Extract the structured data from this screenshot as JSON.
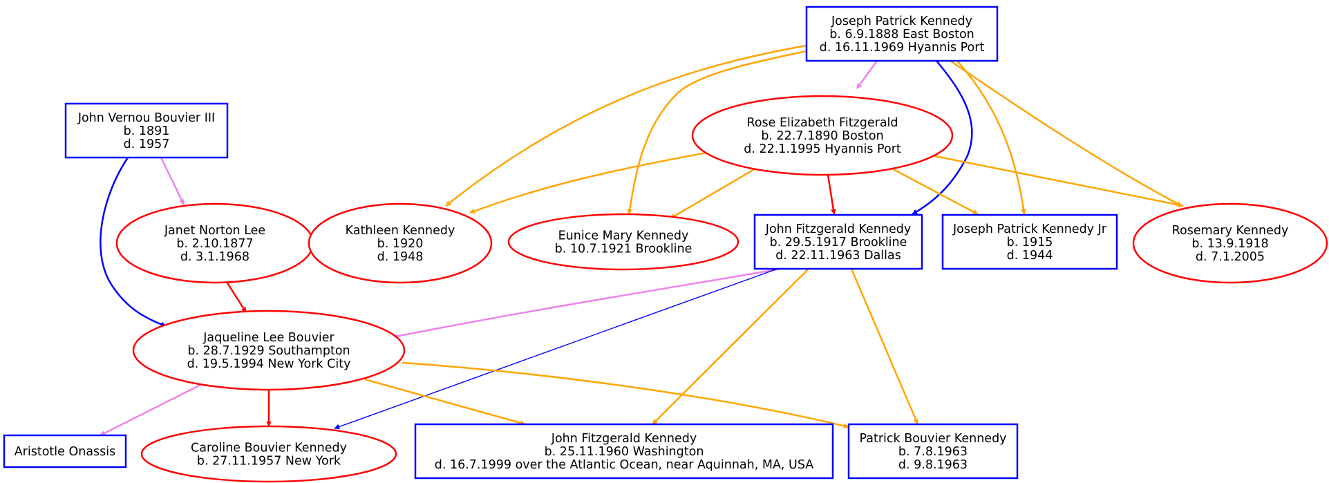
{
  "colors": {
    "male_border": "#0000ff",
    "female_border": "#ff0000",
    "edge_spouse": "#ee82ee",
    "edge_father": "#0000ff",
    "edge_mother": "#ff0000",
    "edge_other": "#ffa500"
  },
  "nodes": {
    "joseph_patrick_kennedy": {
      "shape": "box",
      "lines": [
        "Joseph Patrick Kennedy",
        "b. 6.9.1888 East Boston",
        "d. 16.11.1969 Hyannis Port"
      ]
    },
    "john_vernou_bouvier_iii": {
      "shape": "box",
      "lines": [
        "John Vernou Bouvier III",
        "b. 1891",
        "d. 1957"
      ]
    },
    "rose_elizabeth_fitzgerald": {
      "shape": "ellipse",
      "lines": [
        "Rose Elizabeth Fitzgerald",
        "b. 22.7.1890 Boston",
        "d. 22.1.1995 Hyannis Port"
      ]
    },
    "janet_norton_lee": {
      "shape": "ellipse",
      "lines": [
        "Janet Norton Lee",
        "b. 2.10.1877",
        "d. 3.1.1968"
      ]
    },
    "kathleen_kennedy": {
      "shape": "ellipse",
      "lines": [
        "Kathleen Kennedy",
        "b. 1920",
        "d. 1948"
      ]
    },
    "eunice_mary_kennedy": {
      "shape": "ellipse",
      "lines": [
        "Eunice Mary Kennedy",
        "b. 10.7.1921 Brookline"
      ]
    },
    "john_fitzgerald_kennedy": {
      "shape": "box",
      "lines": [
        "John Fitzgerald Kennedy",
        "b. 29.5.1917 Brookline",
        "d. 22.11.1963 Dallas"
      ]
    },
    "joseph_patrick_kennedy_jr": {
      "shape": "box",
      "lines": [
        "Joseph Patrick Kennedy Jr",
        "b. 1915",
        "d. 1944"
      ]
    },
    "rosemary_kennedy": {
      "shape": "ellipse",
      "lines": [
        "Rosemary Kennedy",
        "b. 13.9.1918",
        "d. 7.1.2005"
      ]
    },
    "jaqueline_lee_bouvier": {
      "shape": "ellipse",
      "lines": [
        "Jaqueline Lee Bouvier",
        "b. 28.7.1929 Southampton",
        "d. 19.5.1994 New York City"
      ]
    },
    "aristotle_onassis": {
      "shape": "box",
      "lines": [
        "Aristotle Onassis"
      ]
    },
    "caroline_bouvier_kennedy": {
      "shape": "ellipse",
      "lines": [
        "Caroline Bouvier Kennedy",
        "b. 27.11.1957 New York"
      ]
    },
    "john_fitzgerald_kennedy_jr": {
      "shape": "box",
      "lines": [
        "John Fitzgerald Kennedy",
        "b. 25.11.1960 Washington",
        "d. 16.7.1999 over the Atlantic Ocean, near Aquinnah, MA, USA"
      ]
    },
    "patrick_bouvier_kennedy": {
      "shape": "box",
      "lines": [
        "Patrick Bouvier Kennedy",
        "b. 7.8.1963",
        "d. 9.8.1963"
      ]
    }
  },
  "edges": [
    {
      "from": "joseph_patrick_kennedy",
      "to": "rose_elizabeth_fitzgerald",
      "kind": "spouse"
    },
    {
      "from": "joseph_patrick_kennedy",
      "to": "kathleen_kennedy",
      "kind": "other"
    },
    {
      "from": "joseph_patrick_kennedy",
      "to": "eunice_mary_kennedy",
      "kind": "other"
    },
    {
      "from": "joseph_patrick_kennedy",
      "to": "john_fitzgerald_kennedy",
      "kind": "father"
    },
    {
      "from": "joseph_patrick_kennedy",
      "to": "joseph_patrick_kennedy_jr",
      "kind": "other"
    },
    {
      "from": "joseph_patrick_kennedy",
      "to": "rosemary_kennedy",
      "kind": "other"
    },
    {
      "from": "rose_elizabeth_fitzgerald",
      "to": "kathleen_kennedy",
      "kind": "other"
    },
    {
      "from": "rose_elizabeth_fitzgerald",
      "to": "eunice_mary_kennedy",
      "kind": "other"
    },
    {
      "from": "rose_elizabeth_fitzgerald",
      "to": "john_fitzgerald_kennedy",
      "kind": "mother"
    },
    {
      "from": "rose_elizabeth_fitzgerald",
      "to": "joseph_patrick_kennedy_jr",
      "kind": "other"
    },
    {
      "from": "rose_elizabeth_fitzgerald",
      "to": "rosemary_kennedy",
      "kind": "other"
    },
    {
      "from": "john_vernou_bouvier_iii",
      "to": "janet_norton_lee",
      "kind": "spouse"
    },
    {
      "from": "john_vernou_bouvier_iii",
      "to": "jaqueline_lee_bouvier",
      "kind": "father"
    },
    {
      "from": "janet_norton_lee",
      "to": "jaqueline_lee_bouvier",
      "kind": "mother"
    },
    {
      "from": "john_fitzgerald_kennedy",
      "to": "jaqueline_lee_bouvier",
      "kind": "spouse"
    },
    {
      "from": "john_fitzgerald_kennedy",
      "to": "caroline_bouvier_kennedy",
      "kind": "father"
    },
    {
      "from": "john_fitzgerald_kennedy",
      "to": "john_fitzgerald_kennedy_jr",
      "kind": "other"
    },
    {
      "from": "john_fitzgerald_kennedy",
      "to": "patrick_bouvier_kennedy",
      "kind": "other"
    },
    {
      "from": "jaqueline_lee_bouvier",
      "to": "aristotle_onassis",
      "kind": "spouse"
    },
    {
      "from": "jaqueline_lee_bouvier",
      "to": "caroline_bouvier_kennedy",
      "kind": "mother"
    },
    {
      "from": "jaqueline_lee_bouvier",
      "to": "john_fitzgerald_kennedy_jr",
      "kind": "other"
    },
    {
      "from": "jaqueline_lee_bouvier",
      "to": "patrick_bouvier_kennedy",
      "kind": "other"
    }
  ]
}
